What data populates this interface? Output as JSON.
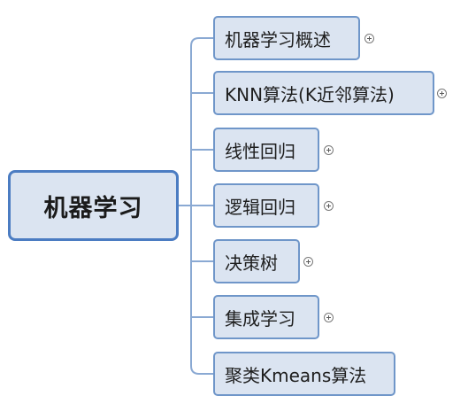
{
  "mindmap": {
    "root": {
      "label": "机器学习"
    },
    "children": [
      {
        "label": "机器学习概述",
        "expandable": true
      },
      {
        "label": "KNN算法(K近邻算法)",
        "expandable": true
      },
      {
        "label": "线性回归",
        "expandable": true
      },
      {
        "label": "逻辑回归",
        "expandable": true
      },
      {
        "label": "决策树",
        "expandable": true
      },
      {
        "label": "集成学习",
        "expandable": true
      },
      {
        "label": "聚类Kmeans算法",
        "expandable": false
      }
    ]
  },
  "colors": {
    "node_fill": "#dbe4f1",
    "root_border": "#4b7cc2",
    "child_border": "#6f96c9",
    "connector": "#8aa9d3"
  }
}
